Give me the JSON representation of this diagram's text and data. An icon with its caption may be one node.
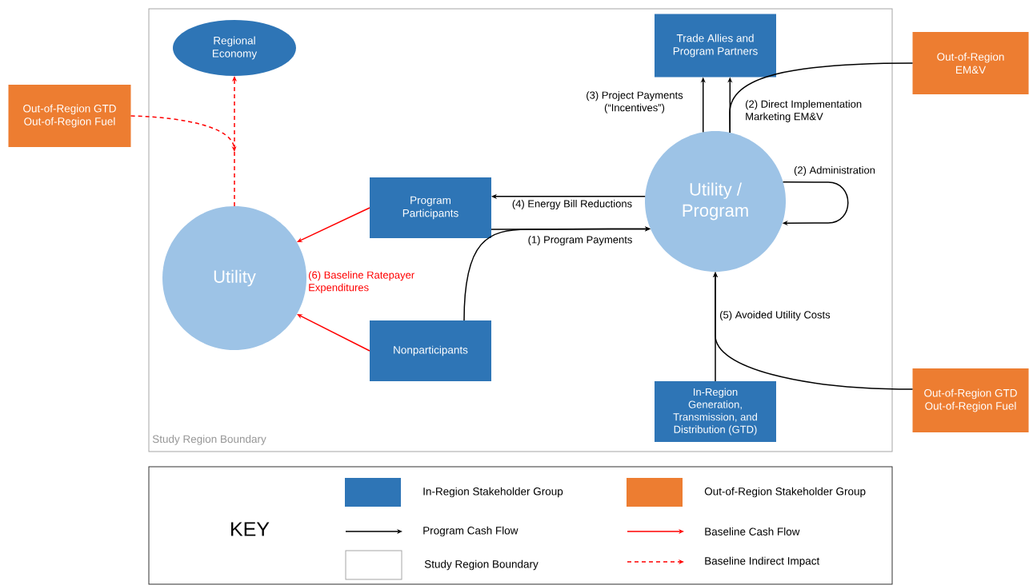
{
  "diagram": {
    "nodes": [
      {
        "text": [
          "Study Region Boundary"
        ]
      },
      {
        "text": [
          "Regional Economy"
        ],
        "in": 0
      },
      {
        "text": [
          "Trade Allies and Program Partners"
        ],
        "in": 0
      },
      {
        "text": [
          "Out-of-Region EM&V"
        ]
      },
      {
        "text": [
          "Out-of-Region GTD Out-of-Region Fuel"
        ]
      },
      {
        "text": [
          "Program Participants"
        ],
        "in": 0
      },
      {
        "text": [
          "Utility / Program"
        ],
        "in": 0
      },
      {
        "text": [
          "Utility"
        ],
        "in": 0
      },
      {
        "text": [
          "Nonparticipants"
        ],
        "in": 0
      },
      {
        "text": [
          "In-Region Generation, Transmission, and Distribution (GTD)"
        ],
        "in": 0
      },
      {
        "text": [
          "Out-of-Region GTD Out-of-Region Fuel"
        ]
      }
    ],
    "edges": [
      {
        "from": 7,
        "to": 1,
        "arrow": "to",
        "style": "dashed",
        "color": "#ff0000"
      },
      {
        "from": 4,
        "to": null,
        "arrow": "to",
        "style": "dashed",
        "color": "#ff0000"
      },
      {
        "from": 5,
        "to": 7,
        "arrow": "to",
        "color": "#ff0000",
        "label": "(6) Baseline Ratepayer Expenditures"
      },
      {
        "from": 8,
        "to": 7,
        "arrow": "to",
        "color": "#ff0000"
      },
      {
        "from": 6,
        "to": 5,
        "arrow": "to",
        "label": "(4) Energy Bill Reductions"
      },
      {
        "from": 5,
        "to": 6,
        "arrow": "to",
        "label": "(1) Program Payments"
      },
      {
        "from": 8,
        "to": 6,
        "arrow": "to"
      },
      {
        "from": 6,
        "to": 2,
        "arrow": "to",
        "label": "(3) Project Payments (“Incentives”)"
      },
      {
        "from": 6,
        "to": 2,
        "arrow": "to",
        "label": "(2) Direct Implementation Marketing EM&V"
      },
      {
        "from": 6,
        "to": 3,
        "arrow": "none"
      },
      {
        "from": 6,
        "to": 6,
        "arrow": "to",
        "label": "(2) Administration"
      },
      {
        "from": 9,
        "to": 6,
        "arrow": "to",
        "label": "(5) Avoided Utility Costs"
      },
      {
        "from": 10,
        "to": 6,
        "arrow": "to"
      }
    ],
    "labels": [
      "KEY"
    ],
    "legend": [
      {
        "text": "In-Region Stakeholder Group",
        "color": "#2e75b6"
      },
      {
        "text": "Out-of-Region Stakeholder Group",
        "color": "#ed7d31"
      },
      {
        "text": "Program Cash Flow"
      },
      {
        "text": "Baseline Cash Flow"
      },
      {
        "text": "Study Region Boundary"
      },
      {
        "text": "Baseline Indirect Impact"
      }
    ]
  }
}
